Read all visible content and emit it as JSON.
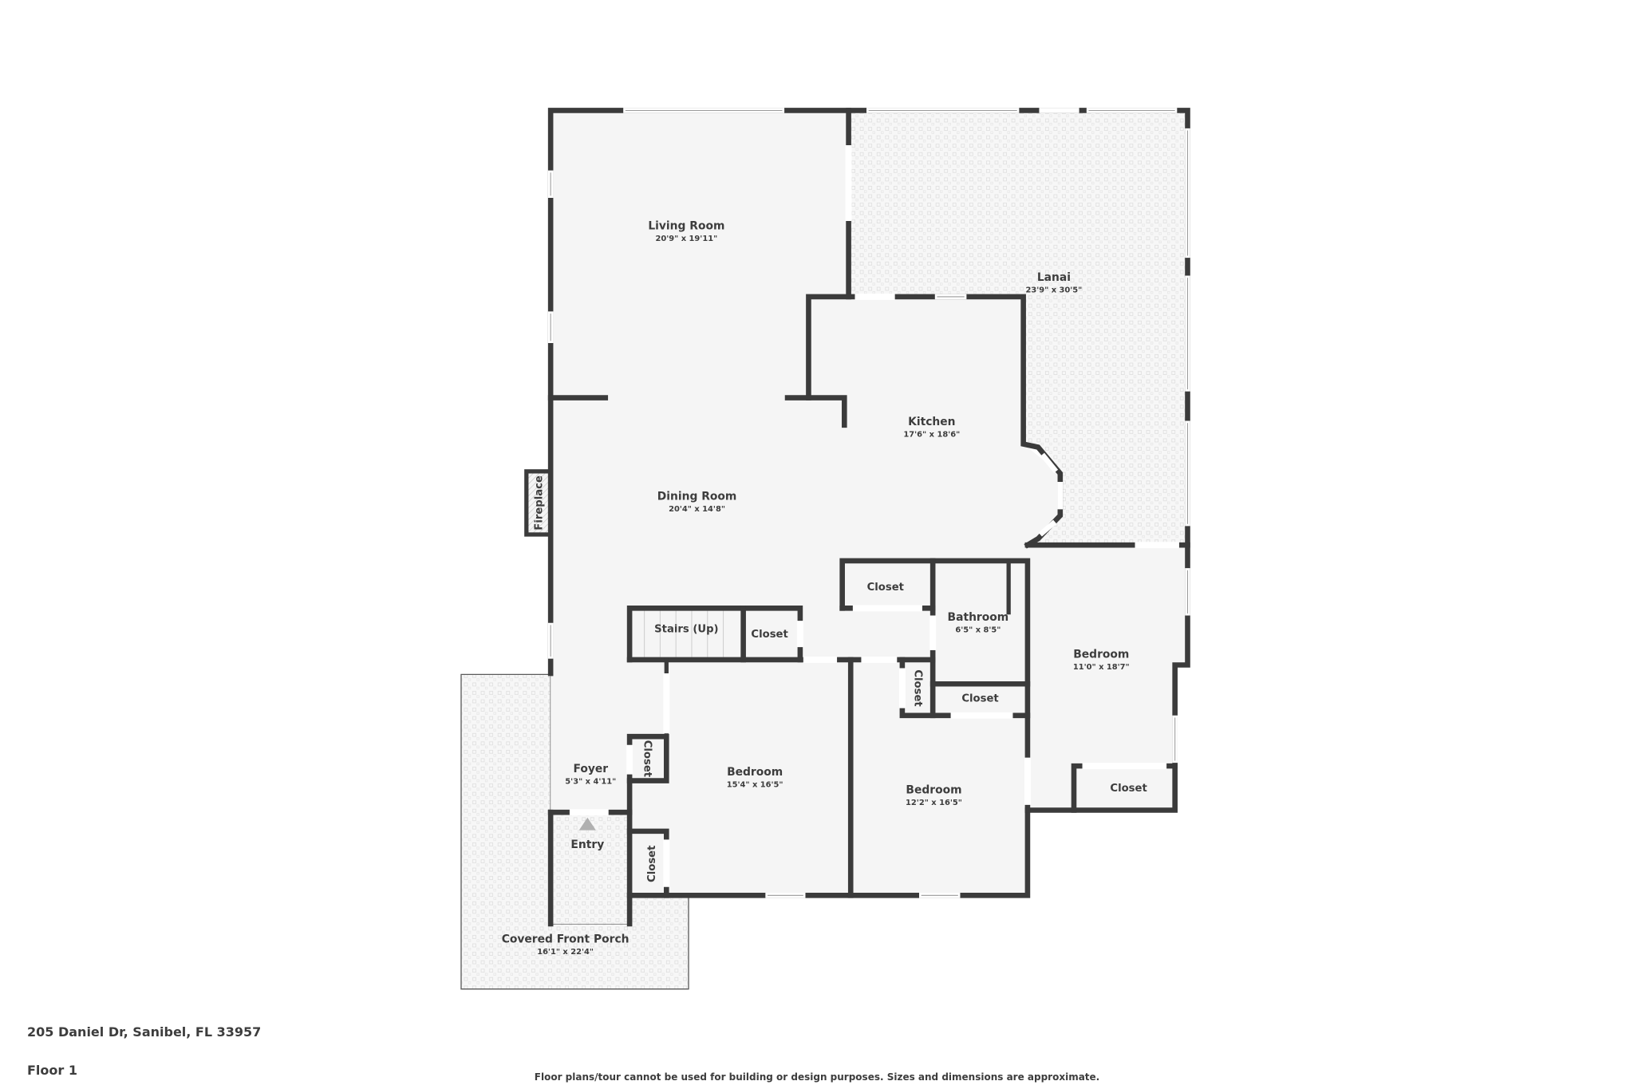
{
  "property": {
    "address": "205 Daniel Dr, Sanibel, FL 33957",
    "floor": "Floor 1",
    "disclaimer": "Floor plans/tour cannot be used for building or design purposes. Sizes and dimensions are approximate."
  },
  "rooms": {
    "living_room": {
      "name": "Living Room",
      "dims": "20'9\" x 19'11\""
    },
    "lanai": {
      "name": "Lanai",
      "dims": "23'9\" x 30'5\""
    },
    "kitchen": {
      "name": "Kitchen",
      "dims": "17'6\" x 18'6\""
    },
    "dining_room": {
      "name": "Dining Room",
      "dims": "20'4\" x 14'8\""
    },
    "fireplace": {
      "name": "Fireplace"
    },
    "closet_hall_top": {
      "name": "Closet"
    },
    "bathroom": {
      "name": "Bathroom",
      "dims": "6'5\" x 8'5\""
    },
    "stairs": {
      "name": "Stairs (Up)"
    },
    "closet_stairs": {
      "name": "Closet"
    },
    "closet_vertical_hall": {
      "name": "Closet"
    },
    "closet_bath_below": {
      "name": "Closet"
    },
    "bedroom_right": {
      "name": "Bedroom",
      "dims": "11'0\" x 18'7\""
    },
    "closet_bedroom_right": {
      "name": "Closet"
    },
    "bedroom_left": {
      "name": "Bedroom",
      "dims": "15'4\" x 16'5\""
    },
    "bedroom_middle": {
      "name": "Bedroom",
      "dims": "12'2\" x 16'5\""
    },
    "foyer": {
      "name": "Foyer",
      "dims": "5'3\" x 4'11\""
    },
    "closet_foyer": {
      "name": "Closet"
    },
    "entry": {
      "name": "Entry"
    },
    "closet_entry": {
      "name": "Closet"
    },
    "porch": {
      "name": "Covered Front Porch",
      "dims": "16'1\" x 22'4\""
    }
  },
  "colors": {
    "wall": "#3b3b3b",
    "floor": "#f5f5f5",
    "text": "#3d3d3d",
    "entry_arrow": "#b0b0b0"
  }
}
